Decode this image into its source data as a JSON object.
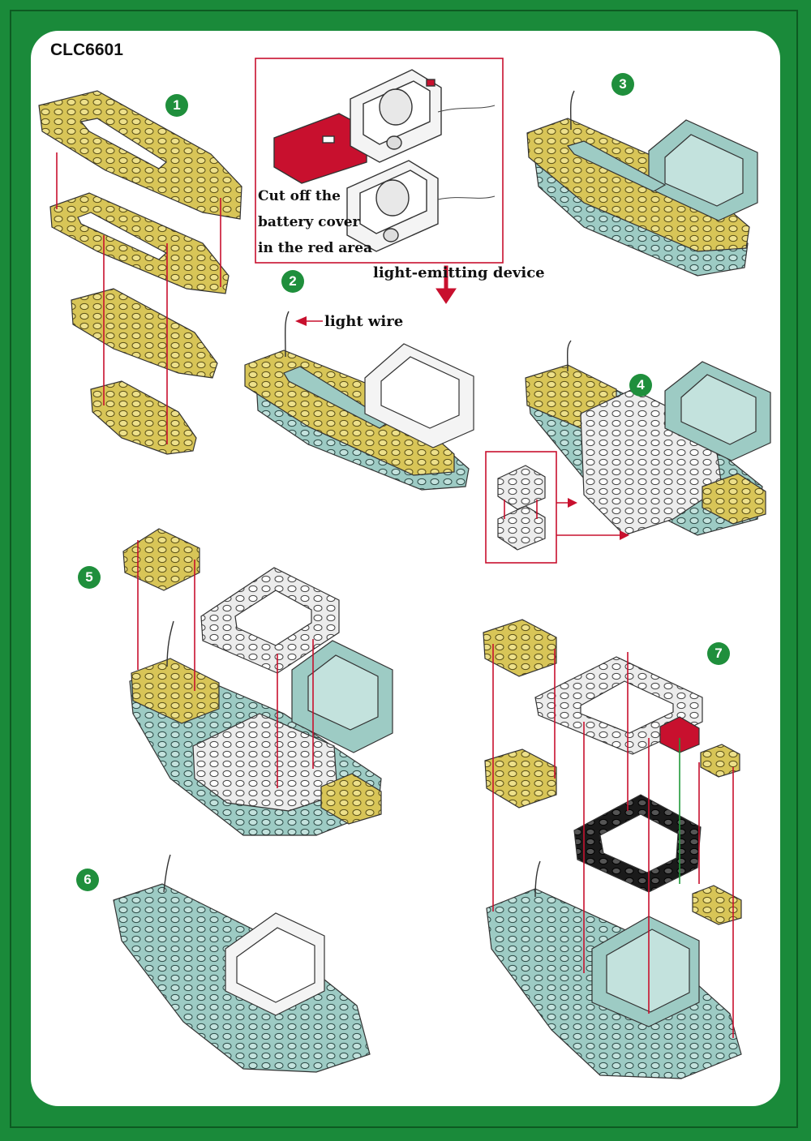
{
  "model_code": "CLC6601",
  "steps": [
    "1",
    "2",
    "3",
    "4",
    "5",
    "6",
    "7"
  ],
  "note_lines": [
    "Cut off the",
    "battery cover",
    "in the red area"
  ],
  "labels": {
    "light_emitting_device": "light-emitting device",
    "light_wire": "light wire"
  },
  "colors": {
    "frame_green": "#1a8a3a",
    "badge_green": "#1f8f3c",
    "yellow_brick": "#d8c557",
    "teal_brick": "#9dcbc4",
    "white_brick": "#f2f2f2",
    "red": "#c8102e",
    "black_brick": "#1a1a1a"
  }
}
